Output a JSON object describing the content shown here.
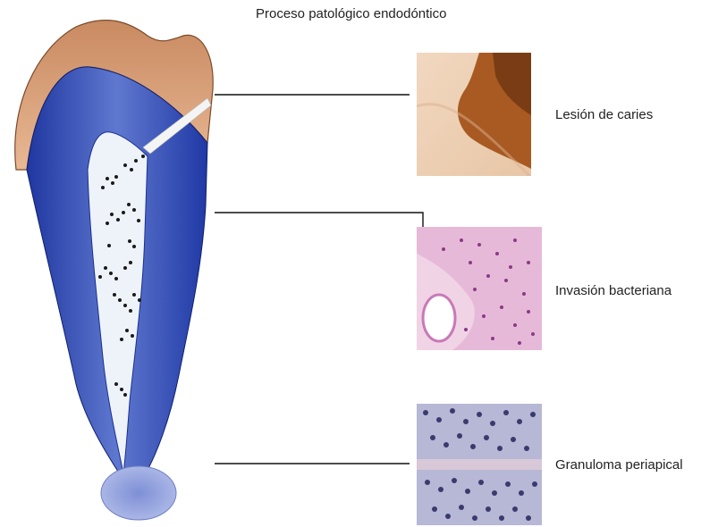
{
  "diagram": {
    "title": "Proceso patológico endodóntico",
    "stages": [
      {
        "label": "Lesión de caries",
        "image": "caries-lesion-micrograph"
      },
      {
        "label": "Invasión bacteriana",
        "image": "bacterial-invasion-histology"
      },
      {
        "label": "Granuloma periapical",
        "image": "periapical-granuloma-histology"
      }
    ],
    "tooth_image": "tooth-section-illustration",
    "colors": {
      "enamel": "#d9a27c",
      "dentin": "#2a44a8",
      "pulp": "#eef3fa",
      "bacteria": "#1a1a1a",
      "caries": "#a85a22",
      "he_stain": "#c77ab8",
      "granuloma": "#3b3a6e",
      "leader_line": "#111111"
    }
  }
}
